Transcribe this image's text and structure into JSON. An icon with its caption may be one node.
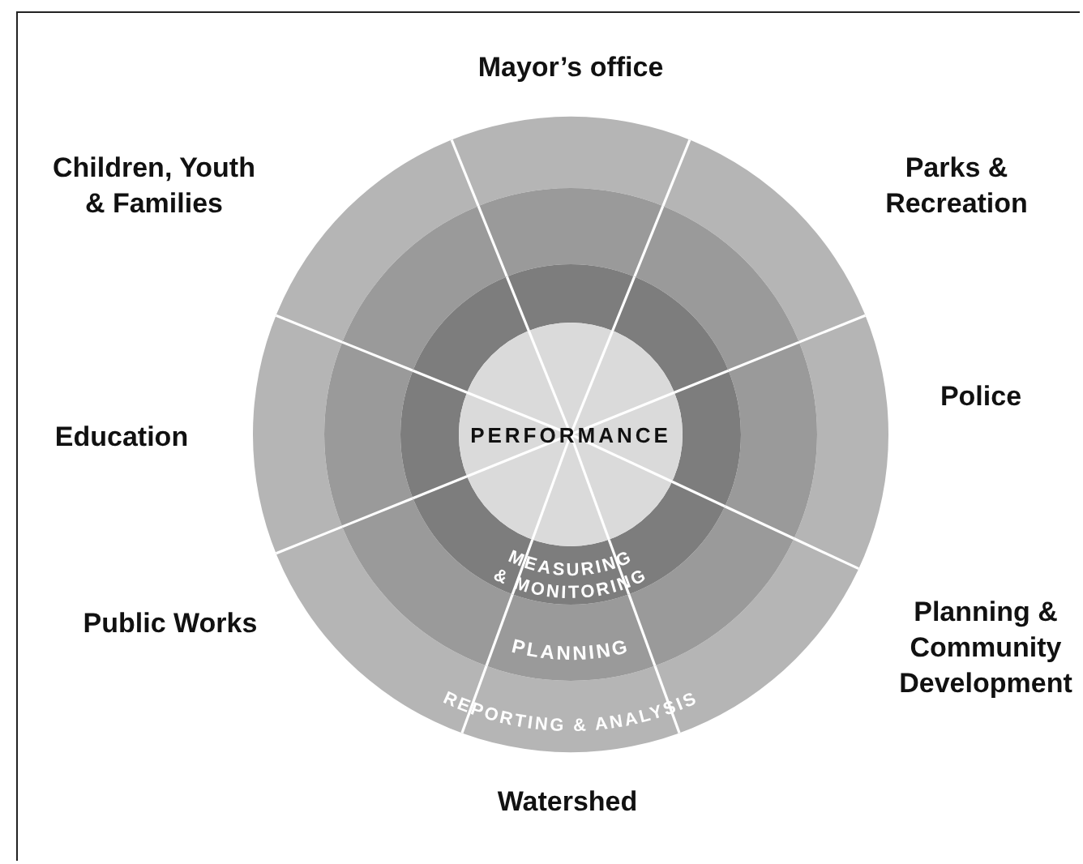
{
  "diagram": {
    "nodes": [
      {
        "text": [
          "REPORTING & ANALYSIS"
        ]
      },
      {
        "text": [
          "PLANNING"
        ],
        "in": 0
      },
      {
        "text": [
          "MEASURING & MONITORING"
        ],
        "in": 1
      },
      {
        "text": [
          "PERFORMANCE"
        ],
        "in": 2
      }
    ],
    "labels": [
      "Mayor’s office",
      "Children, Youth & Families",
      "Parks & Recreation",
      "Police",
      "Education",
      "Public Works",
      "Planning & Community Development",
      "Watershed"
    ]
  }
}
